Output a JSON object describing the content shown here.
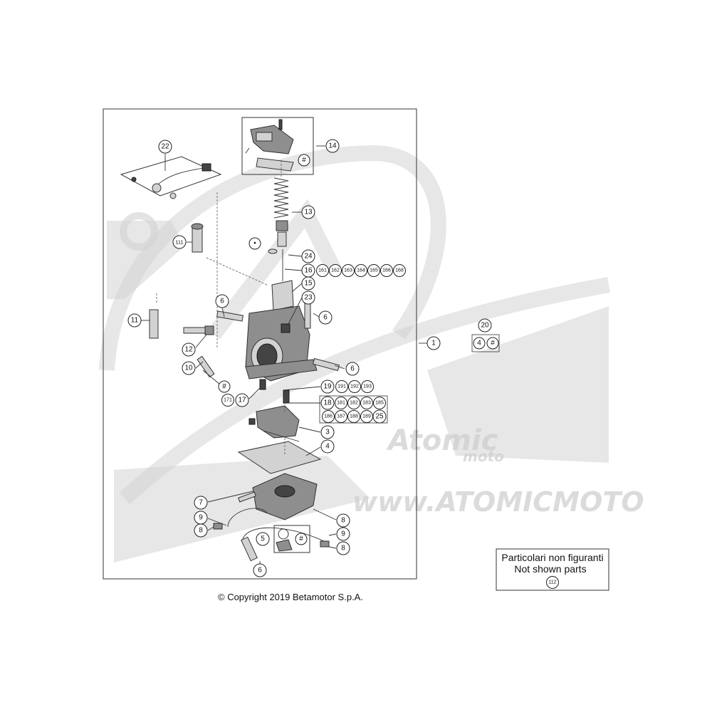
{
  "watermark": {
    "logo_text": "Atomic",
    "logo_sub": "moto",
    "url_text": "www.ATOMICMOTO"
  },
  "callouts": {
    "c1": "1",
    "c3": "3",
    "c4": "4",
    "c5": "5",
    "c6a": "6",
    "c6b": "6",
    "c6c": "6",
    "c6d": "6",
    "c7": "7",
    "c8a": "8",
    "c8b": "8",
    "c8c": "8",
    "c9a": "9",
    "c9b": "9",
    "c10": "10",
    "c11": "11",
    "c12": "12",
    "c13": "13",
    "c14": "14",
    "c15": "15",
    "c16": "16",
    "c161": "161",
    "c162": "162",
    "c163": "163",
    "c164": "164",
    "c165": "165",
    "c166": "166",
    "c168": "168",
    "c17": "17",
    "c171": "171",
    "c18": "18",
    "c181": "181",
    "c182": "182",
    "c183": "183",
    "c185": "185",
    "c186": "186",
    "c187": "187",
    "c188": "188",
    "c189": "189",
    "c25": "25",
    "c19": "19",
    "c191": "191",
    "c192": "192",
    "c193": "193",
    "c20": "20",
    "c20_4": "4",
    "c20_hash": "#",
    "c22": "22",
    "c23": "23",
    "c24": "24",
    "c111": "111",
    "hash_14": "#",
    "hash_10": "#",
    "hash_5": "#",
    "dot": "•",
    "c112": "112"
  },
  "note": {
    "line1": "Particolari non figuranti",
    "line2": "Not shown parts"
  },
  "copyright": "© Copyright 2019 Betamotor S.p.A."
}
